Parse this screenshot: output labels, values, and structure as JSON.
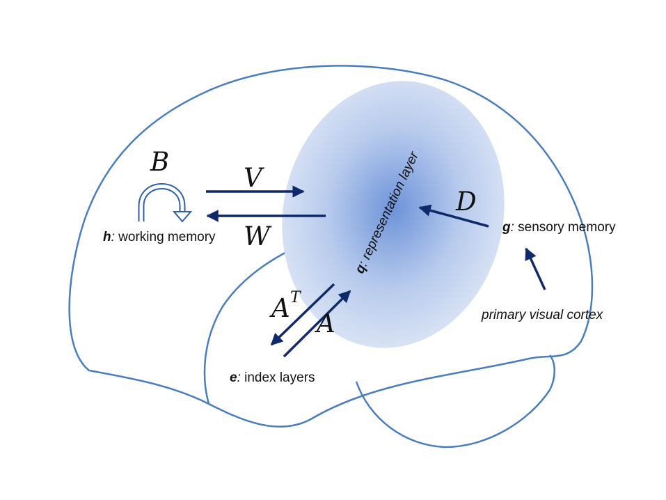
{
  "diagram": {
    "labels": {
      "working_memory_var": "h",
      "working_memory_sep": ":",
      "working_memory_text": " working memory",
      "sensory_memory_var": "g",
      "sensory_memory_sep": ":",
      "sensory_memory_text": " sensory memory",
      "representation_var": "q",
      "representation_sep": ":",
      "representation_text": " representation layer",
      "index_var": "e",
      "index_sep": ":",
      "index_text": " index layers",
      "primary_visual_cortex": "primary visual cortex"
    },
    "matrices": {
      "B": "B",
      "V": "V",
      "W": "W",
      "D": "D",
      "A": "A",
      "A_transpose_base": "A",
      "A_transpose_sup": "T"
    },
    "colors": {
      "brain_outline": "#4a7dbf",
      "arrow": "#0f2a6b",
      "blob_center": "#6d93d9",
      "blob_edge": "#dce5f5",
      "text": "#111111"
    }
  }
}
